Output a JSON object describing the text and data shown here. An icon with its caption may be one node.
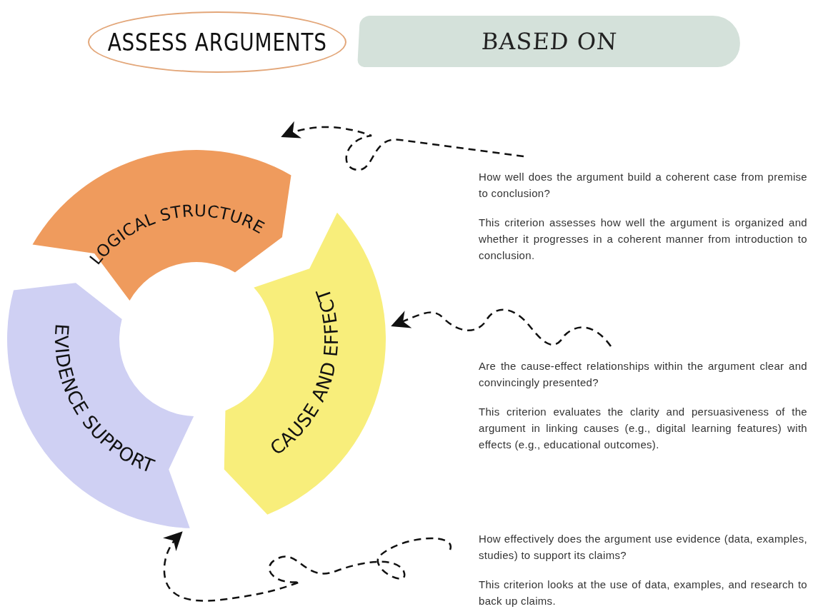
{
  "diagram": {
    "nodes": [
      {
        "text": [
          "ASSESS ARGUMENTS"
        ]
      },
      {
        "text": [
          "BASED ON"
        ]
      },
      {
        "text": [
          "LOGICAL STRUCTURE"
        ]
      },
      {
        "text": [
          "CAUSE AND EFFECT"
        ]
      },
      {
        "text": [
          "EVIDENCE SUPPORT"
        ]
      },
      {
        "text": [
          "How well does the argument build a coherent case from premise to conclusion?",
          "This criterion assesses how well the argument is organized and whether it progresses in a coherent manner from introduction to conclusion."
        ]
      },
      {
        "text": [
          "Are the cause-effect relationships within the argument clear and convincingly presented?",
          "This criterion evaluates the clarity and persuasiveness of the argument in linking causes (e.g., digital learning features) with effects (e.g., educational outcomes)."
        ]
      },
      {
        "text": [
          "How effectively does the argument use evidence (data, examples, studies) to support its claims?",
          "This criterion looks at the use of data, examples, and research to back up claims."
        ]
      }
    ],
    "edges": [
      {
        "from": 5,
        "to": 2,
        "arrow": "to",
        "style": "dashed"
      },
      {
        "from": 6,
        "to": 3,
        "arrow": "to",
        "style": "dashed"
      },
      {
        "from": 7,
        "to": 4,
        "arrow": "to",
        "style": "dashed"
      }
    ]
  }
}
